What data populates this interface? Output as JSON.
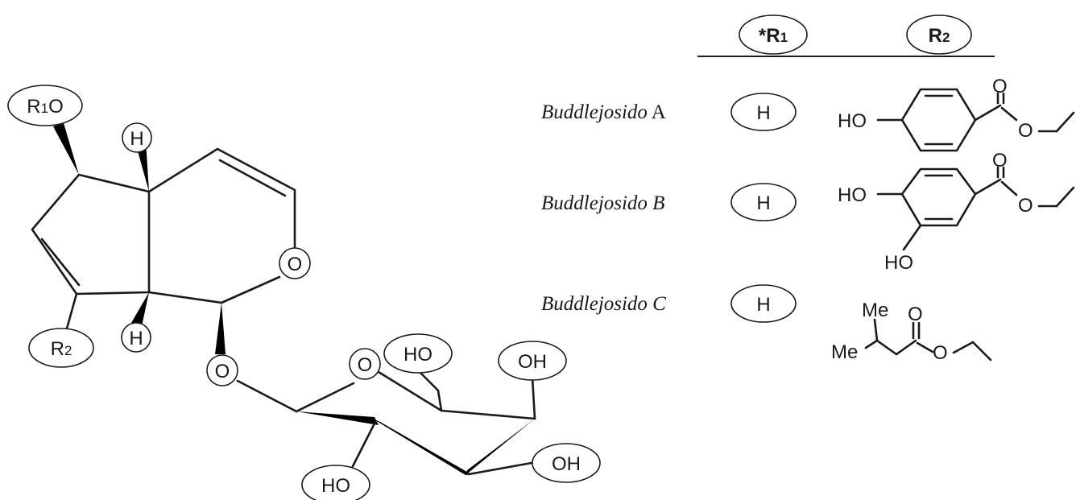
{
  "header": {
    "r1_star": "*",
    "r1_letter": "R",
    "r1_digit": "1",
    "r2_letter": "R",
    "r2_digit": "2"
  },
  "core": {
    "r1o_r": "R",
    "r1o_digit": "1",
    "r1o_o": "O",
    "r2_r": "R",
    "r2_digit": "2",
    "h_top": "H",
    "h_bottom": "H",
    "o_ring": "O",
    "o_glyco": "O",
    "o_sugar": "O",
    "ho_ch2": "HO",
    "oh_right": "OH",
    "oh_lower": "OH",
    "ho_bottom": "HO"
  },
  "compounds": [
    {
      "name_italic": "Buddlejosido",
      "name_suffix": " A",
      "r1": "H"
    },
    {
      "name_italic": "Buddlejosido B",
      "name_suffix": "",
      "r1": "H"
    },
    {
      "name_italic": "Buddlejosido C",
      "name_suffix": "",
      "r1": "H"
    }
  ],
  "substituents": {
    "a": {
      "ho": "HO",
      "o_carbonyl": "O",
      "o_ester": "O"
    },
    "b": {
      "ho_top": "HO",
      "ho_bottom": "HO",
      "o_carbonyl": "O",
      "o_ester": "O"
    },
    "c": {
      "me_top": "Me",
      "me_left": "Me",
      "o_carbonyl": "O",
      "o_ester": "O"
    }
  }
}
